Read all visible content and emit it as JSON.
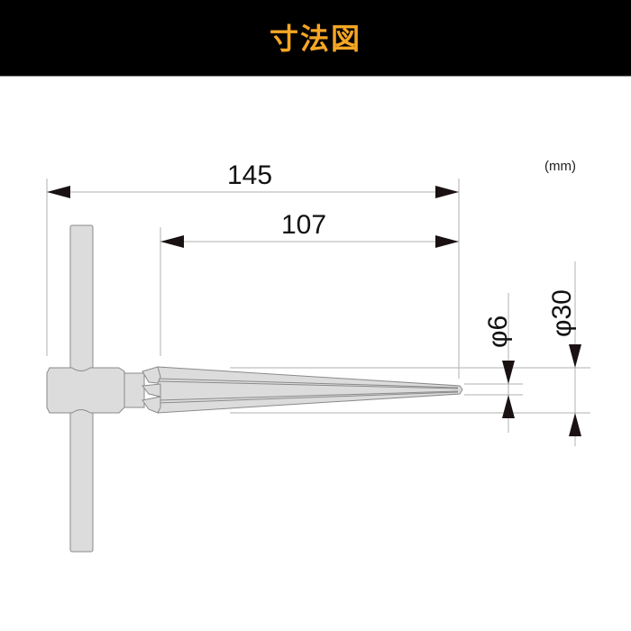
{
  "header": {
    "title": "寸法図",
    "background": "#000000",
    "title_color": "#f5a623"
  },
  "diagram": {
    "subject": "T-handle taper reamer",
    "unit_label": "(mm)",
    "dimensions": {
      "overall_length": "145",
      "blade_length": "107",
      "min_diameter": "φ6",
      "max_diameter": "φ30"
    },
    "colors": {
      "part_fill": "#dcdcdc",
      "part_outline": "#8a8a8a",
      "dimension_line": "#aaaaaa",
      "arrow": "#1a1212"
    }
  }
}
